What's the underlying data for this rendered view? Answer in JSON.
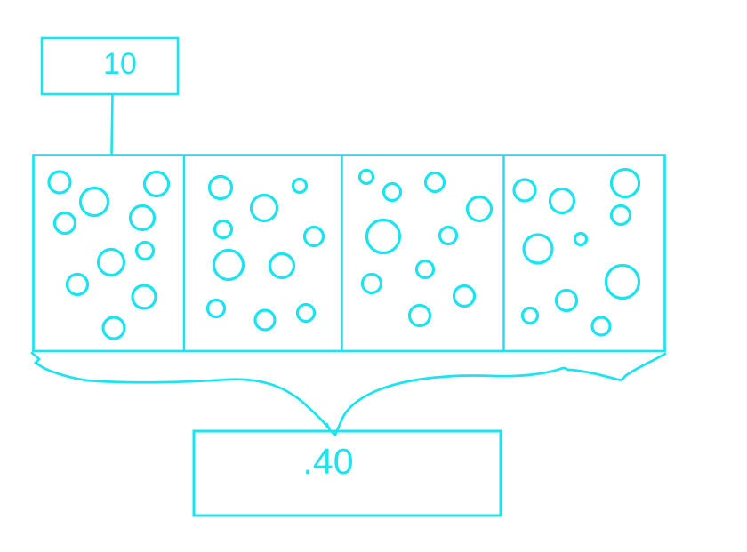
{
  "figure": {
    "description": "patent-style diagram: four-panel chamber filled with bubbles, reference numerals 10 and 40",
    "background_color": "#FFFFFF",
    "line_color": "#1BE3EF",
    "top_reference": {
      "label": "10"
    },
    "bottom_reference": {
      "label": ".40"
    },
    "panels": [
      {
        "id": "panel-1",
        "bubbles": [
          [
            67,
            205,
            12
          ],
          [
            106,
            227,
            15.5
          ],
          [
            176,
            207,
            13.5
          ],
          [
            160,
            245,
            13.5
          ],
          [
            73,
            251,
            11.5
          ],
          [
            163,
            282,
            9.5
          ],
          [
            125,
            295,
            14.5
          ],
          [
            87,
            320,
            11.5
          ],
          [
            162,
            334,
            13
          ],
          [
            128,
            369,
            12
          ]
        ]
      },
      {
        "id": "panel-2",
        "bubbles": [
          [
            248,
            211,
            12.5
          ],
          [
            297,
            234,
            14.5
          ],
          [
            337,
            209,
            7.5
          ],
          [
            251,
            258,
            9.5
          ],
          [
            353,
            266,
            10.5
          ],
          [
            257,
            298,
            16.5
          ],
          [
            317,
            299,
            13.5
          ],
          [
            243,
            347,
            9.5
          ],
          [
            298,
            360,
            11
          ],
          [
            344,
            352,
            9.5
          ]
        ]
      },
      {
        "id": "panel-3",
        "bubbles": [
          [
            412,
            199,
            7.5
          ],
          [
            441,
            216,
            9.5
          ],
          [
            489,
            205,
            10.5
          ],
          [
            539,
            235,
            13.5
          ],
          [
            431,
            266,
            18.5
          ],
          [
            504,
            265,
            9.5
          ],
          [
            478,
            303,
            9.5
          ],
          [
            418,
            319,
            10.5
          ],
          [
            522,
            333,
            11.5
          ],
          [
            472,
            355,
            11.5
          ]
        ]
      },
      {
        "id": "panel-4",
        "bubbles": [
          [
            590,
            214,
            12
          ],
          [
            632,
            226,
            13.5
          ],
          [
            703,
            206,
            15.5
          ],
          [
            698,
            242,
            10.5
          ],
          [
            653,
            269,
            6.5
          ],
          [
            605,
            280,
            16
          ],
          [
            700,
            317,
            18.5
          ],
          [
            637,
            338,
            11.5
          ],
          [
            596,
            355,
            8.5
          ],
          [
            676,
            367,
            10
          ]
        ]
      }
    ]
  }
}
